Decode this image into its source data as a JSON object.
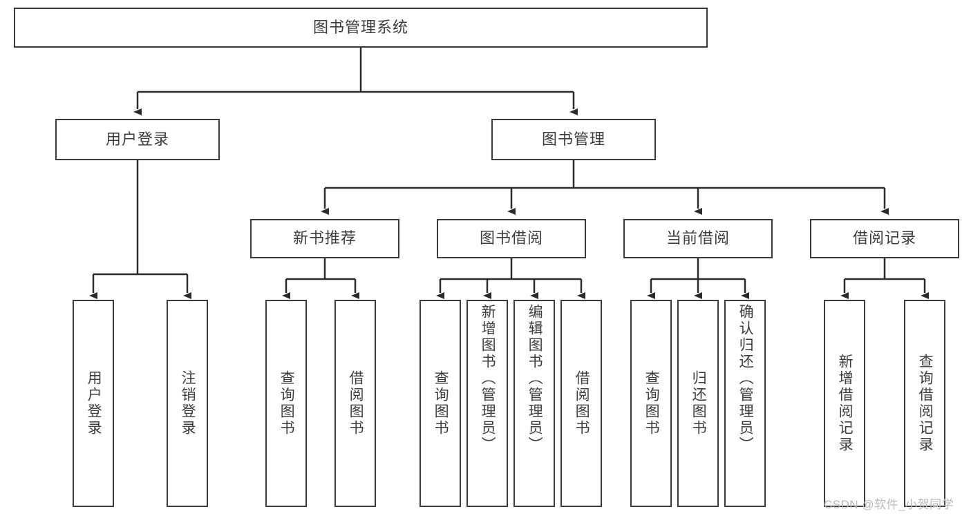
{
  "diagram": {
    "type": "tree-hierarchy-chart",
    "title": "图书管理系统",
    "colors": {
      "box_border": "#3a3a3a",
      "box_fill": "#ffffff",
      "text": "#3c3c3c",
      "connector": "#2b2b2b",
      "watermark": "#b9b9b9",
      "background": "#ffffff"
    },
    "root": {
      "id": "root",
      "label": "图书管理系统"
    },
    "level2": [
      {
        "id": "user-login",
        "label": "用户登录"
      },
      {
        "id": "book-management",
        "label": "图书管理"
      }
    ],
    "level3": [
      {
        "id": "new-book-recommend",
        "label": "新书推荐",
        "parent": "book-management"
      },
      {
        "id": "book-borrow",
        "label": "图书借阅",
        "parent": "book-management"
      },
      {
        "id": "current-borrow",
        "label": "当前借阅",
        "parent": "book-management"
      },
      {
        "id": "borrow-records",
        "label": "借阅记录",
        "parent": "book-management"
      }
    ],
    "leaves": [
      {
        "id": "leaf-user-login",
        "label": "用户登录",
        "parent": "user-login"
      },
      {
        "id": "leaf-logout-login",
        "label": "注销登录",
        "parent": "user-login"
      },
      {
        "id": "leaf-query-book-1",
        "label": "查询图书",
        "parent": "new-book-recommend"
      },
      {
        "id": "leaf-borrow-book-1",
        "label": "借阅图书",
        "parent": "new-book-recommend"
      },
      {
        "id": "leaf-query-book-2",
        "label": "查询图书",
        "parent": "book-borrow"
      },
      {
        "id": "leaf-add-book",
        "label": "新增图书（管理员）",
        "parent": "book-borrow"
      },
      {
        "id": "leaf-edit-book",
        "label": "编辑图书（管理员）",
        "parent": "book-borrow"
      },
      {
        "id": "leaf-borrow-book-2",
        "label": "借阅图书",
        "parent": "book-borrow"
      },
      {
        "id": "leaf-query-book-3",
        "label": "查询图书",
        "parent": "current-borrow"
      },
      {
        "id": "leaf-return-book",
        "label": "归还图书",
        "parent": "current-borrow"
      },
      {
        "id": "leaf-confirm-return",
        "label": "确认归还（管理员）",
        "parent": "current-borrow"
      },
      {
        "id": "leaf-add-record",
        "label": "新增借阅记录",
        "parent": "borrow-records"
      },
      {
        "id": "leaf-query-record",
        "label": "查询借阅记录",
        "parent": "borrow-records"
      }
    ],
    "watermark": "CSDN @软件_小贺同学"
  }
}
